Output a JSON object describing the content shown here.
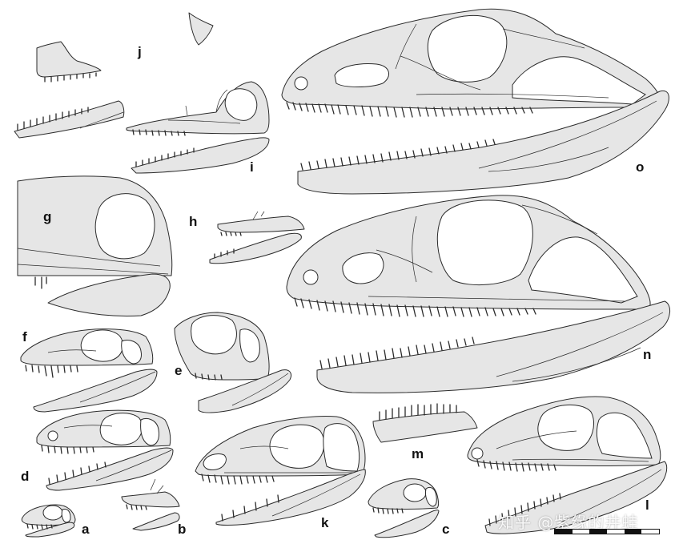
{
  "panels": [
    {
      "id": "o",
      "label": "o"
    },
    {
      "id": "n",
      "label": "n"
    },
    {
      "id": "l",
      "label": "l"
    },
    {
      "id": "k",
      "label": "k"
    },
    {
      "id": "m",
      "label": "m"
    },
    {
      "id": "c",
      "label": "c"
    },
    {
      "id": "a",
      "label": "a"
    },
    {
      "id": "b",
      "label": "b"
    },
    {
      "id": "d",
      "label": "d"
    },
    {
      "id": "e",
      "label": "e"
    },
    {
      "id": "f",
      "label": "f"
    },
    {
      "id": "g",
      "label": "g"
    },
    {
      "id": "h",
      "label": "h"
    },
    {
      "id": "i",
      "label": "i"
    },
    {
      "id": "j",
      "label": "j"
    }
  ],
  "watermark": "知乎 @紫缘的井蛙",
  "scale_bar_segments": 6,
  "colors": {
    "bone": "#e6e6e6",
    "outline": "#2b2b2b",
    "opening": "#ffffff"
  }
}
